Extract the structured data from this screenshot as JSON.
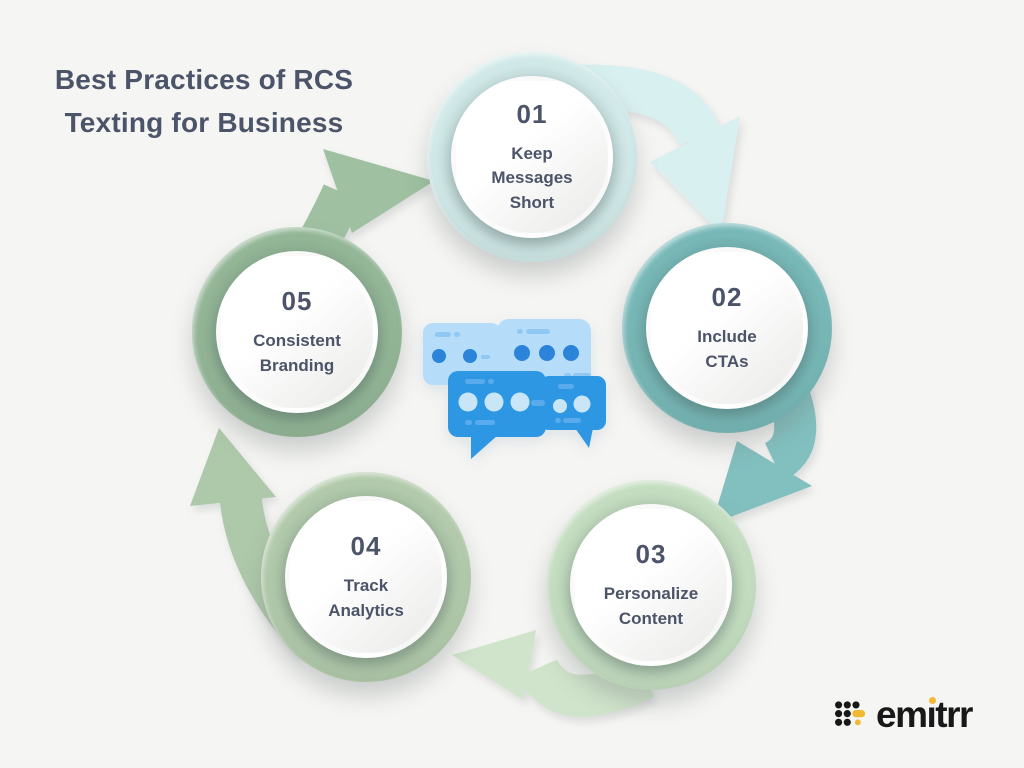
{
  "title": {
    "line1": "Best Practices of RCS",
    "line2": "Texting for Business"
  },
  "steps": [
    {
      "number": "01",
      "label": "Keep\nMessages\nShort",
      "ring_color": "#d3ebea",
      "arrow_color": "#d9f0f0"
    },
    {
      "number": "02",
      "label": "Include\nCTAs",
      "ring_color": "#79bab9",
      "arrow_color": "#82c0bf"
    },
    {
      "number": "03",
      "label": "Personalize\nContent",
      "ring_color": "#c6dfc2",
      "arrow_color": "#d0e4cb"
    },
    {
      "number": "04",
      "label": "Track\nAnalytics",
      "ring_color": "#b4ccad",
      "arrow_color": "#aec9a9"
    },
    {
      "number": "05",
      "label": "Consistent\nBranding",
      "ring_color": "#95b898",
      "arrow_color": "#9fc1a2"
    }
  ],
  "center_icon": {
    "name": "chat-message-bubbles",
    "light_blue": "#b5dcf8",
    "dark_blue": "#2e97e4",
    "dot_on_light": "#2b84da",
    "dash_on_light": "#8ec8f3",
    "dot_on_dark": "#c9e5f8",
    "dash_on_dark": "#5aabee"
  },
  "logo": {
    "full_text": "emitrr",
    "part1": "em",
    "part2": "ı",
    "part3": "trr",
    "black": "#181818",
    "yellow": "#f2b932"
  },
  "colors": {
    "background": "#f5f5f3",
    "text": "#4b5468"
  }
}
